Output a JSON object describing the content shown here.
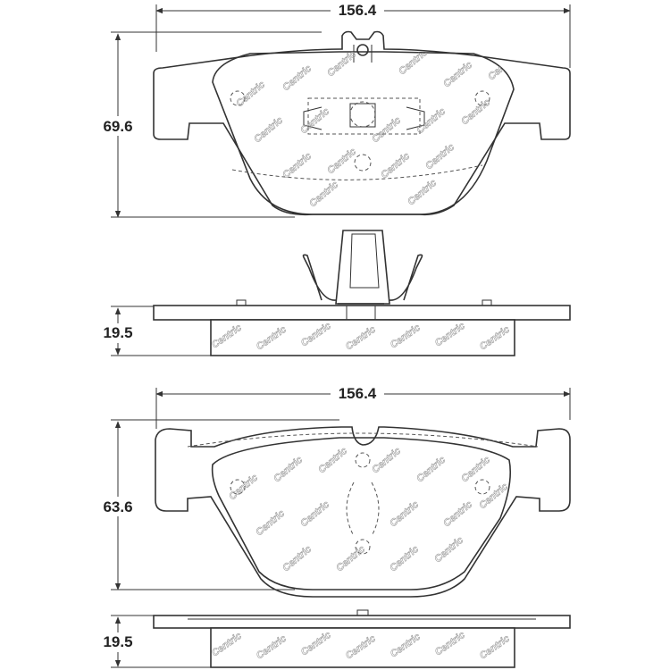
{
  "views": {
    "top_plan": {
      "width_label": "156.4",
      "height_label": "69.6"
    },
    "top_side": {
      "thickness_label": "19.5"
    },
    "bottom_plan": {
      "width_label": "156.4",
      "height_label": "63.6"
    },
    "bottom_side": {
      "thickness_label": "19.5"
    }
  },
  "watermark": {
    "text": "Centric"
  },
  "colors": {
    "line": "#333333",
    "watermark": "#9a9a9a",
    "background": "#ffffff"
  }
}
